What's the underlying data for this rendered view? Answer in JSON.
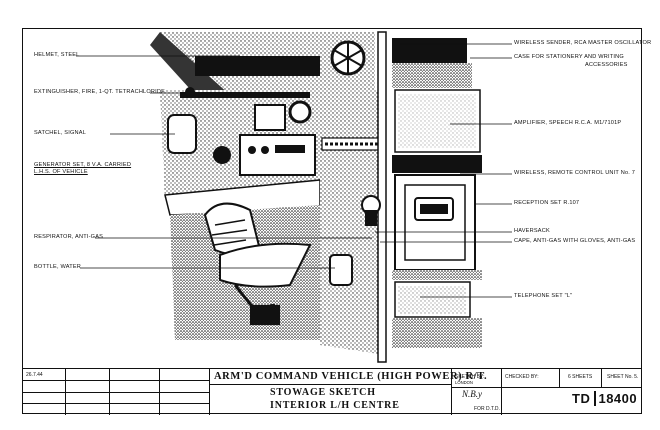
{
  "labels_left": [
    "HELMET, STEEL",
    "EXTINGUISHER, FIRE, 1-QT. TETRACHLORIDE",
    "SATCHEL, SIGNAL",
    "GENERATOR SET, 8 V.A. CARRIED",
    "L.H.S. OF VEHICLE",
    "RESPIRATOR, ANTI-GAS",
    "BOTTLE, WATER"
  ],
  "labels_right": [
    "WIRELESS SENDER, RCA MASTER OSCILLATOR",
    "CASE FOR STATIONERY AND WRITING",
    "ACCESSORIES",
    "AMPLIFIER, SPEECH R.C.A. M1/7101P",
    "WIRELESS, REMOTE CONTROL UNIT No. 7",
    "RECEPTION SET R.107",
    "HAVERSACK",
    "CAPE, ANTI-GAS WITH GLOVES, ANTI-GAS",
    "TELEPHONE SET \"L\""
  ],
  "title_block": {
    "date": "26.7.44",
    "title_line1": "ARM'D COMMAND VEHICLE (HIGH POWER) R/T.",
    "title_line2": "STOWAGE SKETCH",
    "title_line3": "INTERIOR L/H CENTRE",
    "sketch_by": "SKETCH BY:",
    "sketch_by_name": "LONDON",
    "checked_by": "CHECKED BY:",
    "sheets": "6 SHEETS",
    "sheet_no": "SHEET No. 5.",
    "for_dtd": "FOR D.T.D.",
    "td_prefix": "TD",
    "td_number": "18400"
  }
}
